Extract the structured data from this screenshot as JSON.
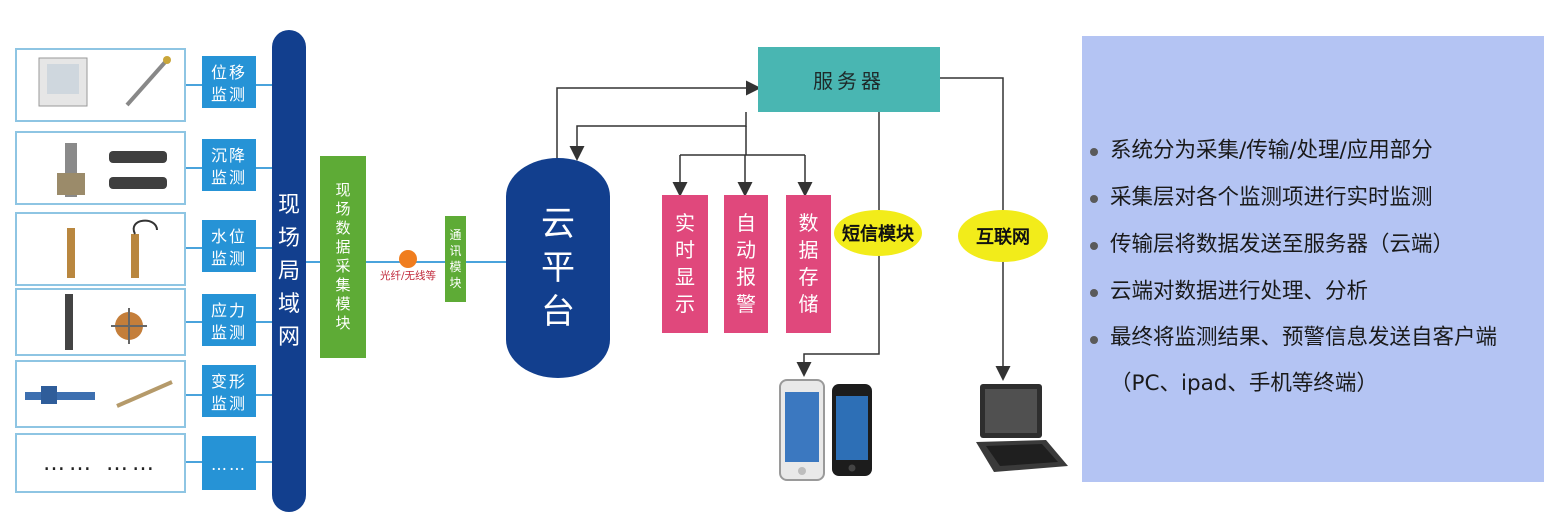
{
  "sensors": [
    {
      "label": "位移\n监测"
    },
    {
      "label": "沉降\n监测"
    },
    {
      "label": "水位\n监测"
    },
    {
      "label": "应力\n监测"
    },
    {
      "label": "变形\n监测"
    },
    {
      "label": "……",
      "placeholder": "…… ……"
    }
  ],
  "lan": "现\n场\n局\n域\n网",
  "collector": "现\n场\n数\n据\n采\n集\n模\n块",
  "link_label": "光纤/无线等",
  "comm_module": "通\n讯\n模\n块",
  "cloud": "云\n平\n台",
  "server": "服务器",
  "functions": [
    {
      "label": "实\n时\n显\n示"
    },
    {
      "label": "自\n动\n报\n警"
    },
    {
      "label": "数\n据\n存\n储"
    }
  ],
  "sms": "短信模块",
  "internet": "互联网",
  "bullets": [
    "系统分为采集/传输/处理/应用部分",
    "采集层对各个监测项进行实时监测",
    "传输层将数据发送至服务器（云端）",
    "云端对数据进行处理、分析",
    "最终将监测结果、预警信息发送自客户端（PC、ipad、手机等终端）"
  ],
  "colors": {
    "lan": "#123f8e",
    "label": "#2693d6",
    "green": "#5eab36",
    "pink": "#e0487c",
    "teal": "#49b6b2",
    "yellow": "#f2ec1a",
    "panel": "#b4c4f3"
  }
}
